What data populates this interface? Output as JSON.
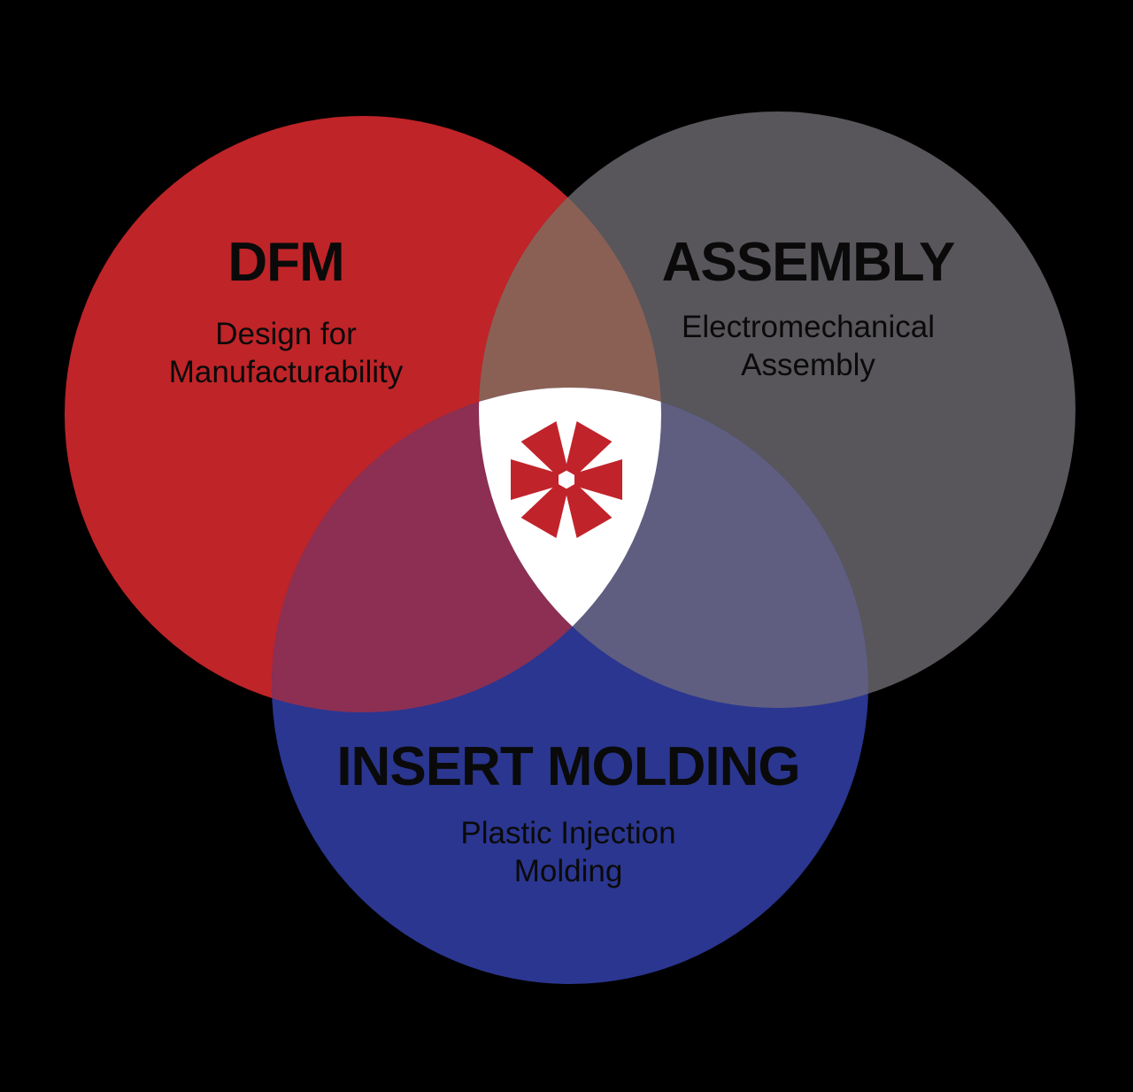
{
  "diagram": {
    "type": "venn-3-circle",
    "colors": {
      "background": "#000000",
      "dfm_circle": "#BF2428",
      "assembly_circle": "#58565A",
      "insert_molding_circle": "#2B3690",
      "overlap_dfm_assembly": "#8A6055",
      "overlap_dfm_insert_molding": "#8C2F53",
      "overlap_assembly_insert_molding": "#5F5E80",
      "triple_overlap": "#FFFFFF",
      "asterisk": "#C1232B",
      "text": "#0A0A0A"
    },
    "sets": {
      "dfm": {
        "title": "DFM",
        "subtitle": "Design for\nManufacturability"
      },
      "assembly": {
        "title": "ASSEMBLY",
        "subtitle": "Electromechanical\nAssembly"
      },
      "insert_molding": {
        "title": "INSERT MOLDING",
        "subtitle": "Plastic Injection\nMolding"
      }
    },
    "center": {
      "icon": "asterisk-icon"
    }
  }
}
